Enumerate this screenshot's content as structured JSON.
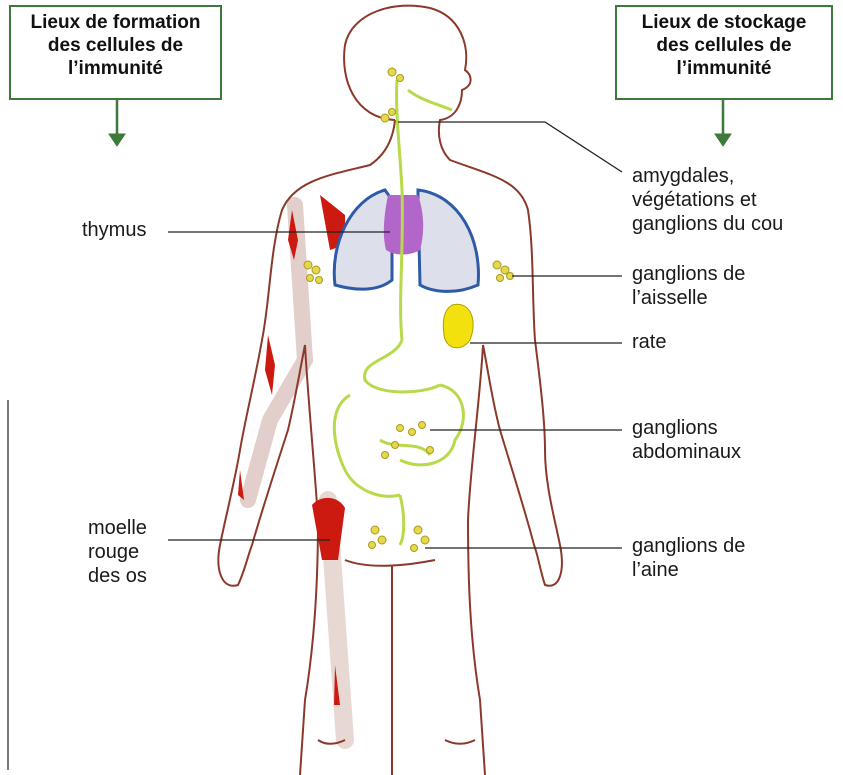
{
  "headers": {
    "formation": {
      "lines": [
        "Lieux de formation",
        "des cellules de",
        "l’immunité"
      ]
    },
    "stockage": {
      "lines": [
        "Lieux de stockage",
        "des cellules de",
        "l’immunité"
      ]
    }
  },
  "labels": {
    "thymus": [
      "thymus"
    ],
    "moelle": [
      "moelle",
      "rouge",
      "des os"
    ],
    "amygdales": [
      "amygdales,",
      "végétations et",
      "ganglions du cou"
    ],
    "aisselle": [
      "ganglions de",
      "l’aisselle"
    ],
    "rate": [
      "rate"
    ],
    "abdominaux": [
      "ganglions",
      "abdominaux"
    ],
    "aine": [
      "ganglions de",
      "l’aine"
    ]
  },
  "colors": {
    "box_border": "#3d7a3a",
    "arrow": "#3d7a3a",
    "body_outline": "#8b3a2a",
    "bone_marrow": "#cc1a10",
    "thymus": "#b366c9",
    "lungs_fill": "#dde0ea",
    "lungs_outline": "#2e5aa8",
    "lymph": "#b7d94a",
    "nodes": "#e6d84a",
    "spleen": "#f2e10c",
    "leader_line": "#222222"
  }
}
